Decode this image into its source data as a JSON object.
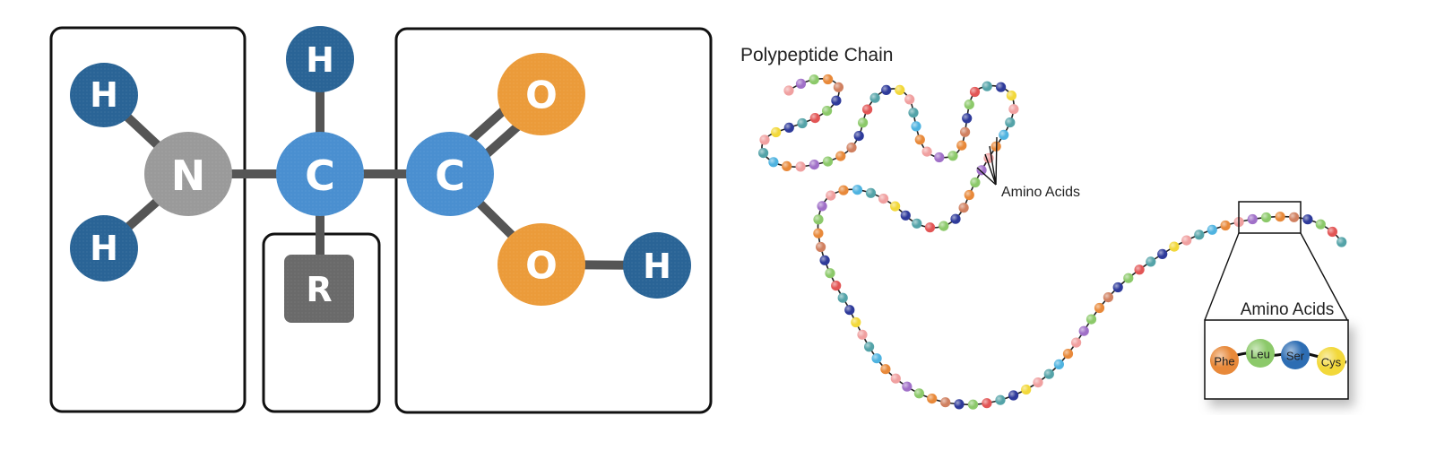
{
  "colors": {
    "hydrogen": "#2a6496",
    "nitrogen": "#9a9a9a",
    "carbon": "#4a8fd0",
    "oxygen": "#eb9b3a",
    "r_group": "#6a6a6a",
    "bond": "#555555",
    "box": "#111111"
  },
  "molecule": {
    "amine": {
      "n_label": "N",
      "h_top_label": "H",
      "h_bottom_label": "H"
    },
    "central": {
      "c_label": "C",
      "h_label": "H",
      "r_label": "R"
    },
    "carboxyl": {
      "c_label": "C",
      "o_double_label": "O",
      "o_single_label": "O",
      "h_label": "H"
    }
  },
  "chain": {
    "title": "Polypeptide Chain",
    "pointer_label": "Amino Acids",
    "inset_title": "Amino Acids",
    "inset_residues": [
      {
        "label": "Phe",
        "color": "#e8893a"
      },
      {
        "label": "Leu",
        "color": "#8cc96a"
      },
      {
        "label": "Ser",
        "color": "#2d6db3"
      },
      {
        "label": "Cys",
        "color": "#f2d83a"
      }
    ],
    "bead_palette": [
      "#f0a0a0",
      "#e25555",
      "#e8893a",
      "#f2d83a",
      "#8cc96a",
      "#4fb3e0",
      "#2e3a9a",
      "#a070c8",
      "#54a3a8",
      "#d08060"
    ]
  }
}
